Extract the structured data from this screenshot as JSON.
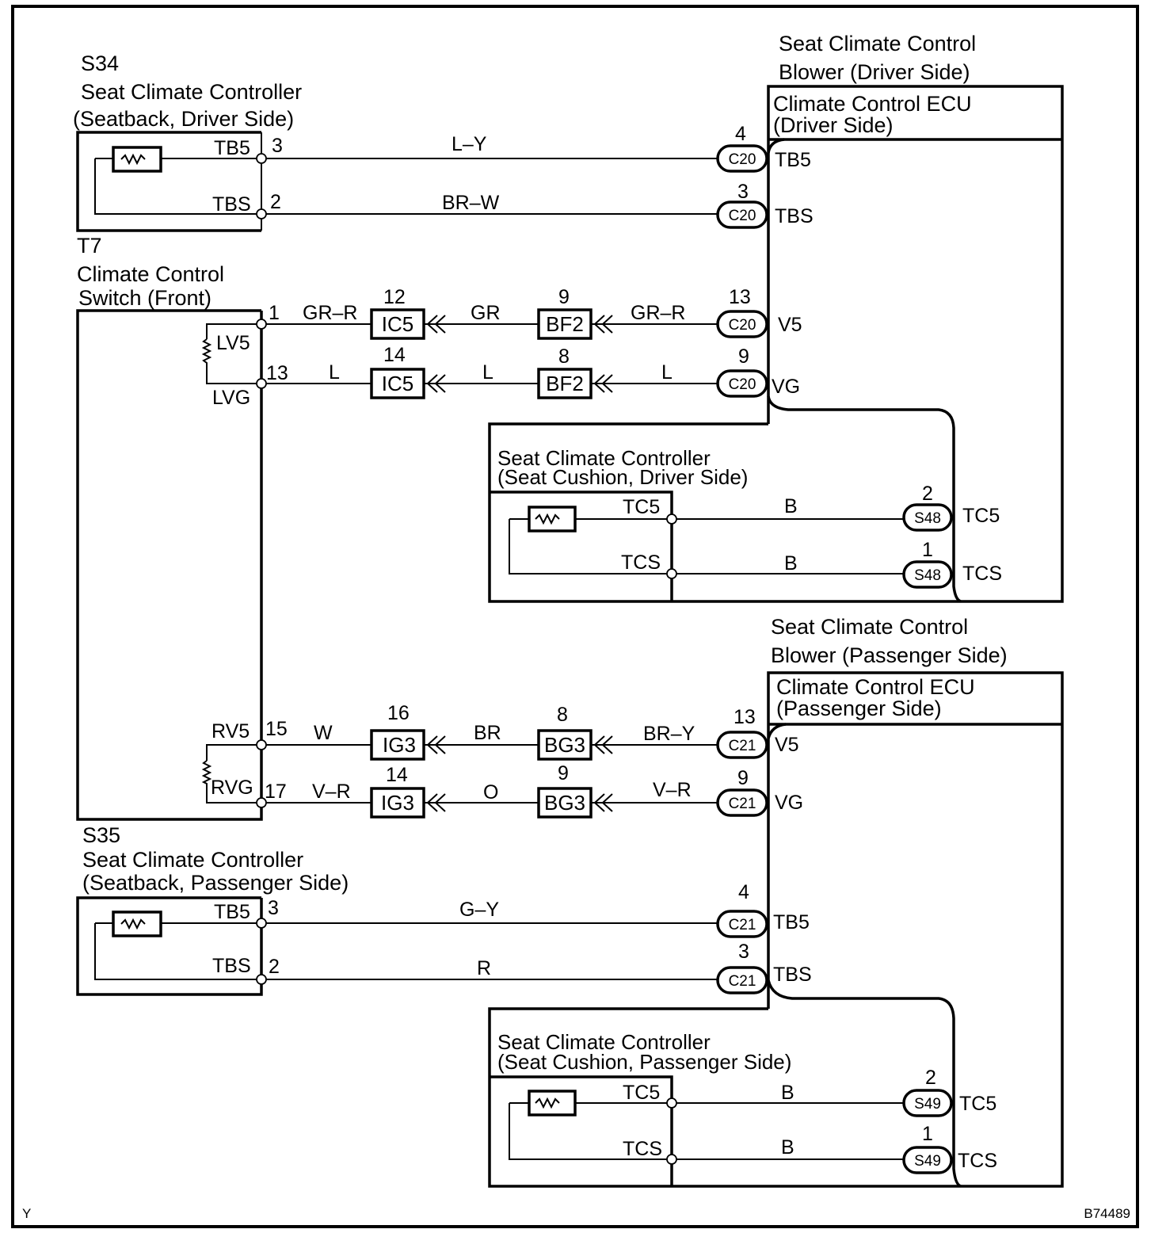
{
  "diagram": {
    "type": "wiring-diagram",
    "footer_left": "Y",
    "footer_right": "B74489",
    "colors": {
      "line": "#000000",
      "background": "#ffffff"
    }
  },
  "components": {
    "s34": {
      "code": "S34",
      "name": "Seat Climate Controller",
      "sub": "(Seatback, Driver Side)",
      "pins": [
        {
          "label": "TB5",
          "num": "3"
        },
        {
          "label": "TBS",
          "num": "2"
        }
      ]
    },
    "t7": {
      "code": "T7",
      "name": "Climate Control",
      "sub": "Switch (Front)",
      "pins": [
        {
          "label": "LV5",
          "num": "1"
        },
        {
          "label": "LVG",
          "num": "13"
        },
        {
          "label": "RV5",
          "num": "15"
        },
        {
          "label": "RVG",
          "num": "17"
        }
      ]
    },
    "s35": {
      "code": "S35",
      "name": "Seat Climate Controller",
      "sub": "(Seatback, Passenger Side)",
      "pins": [
        {
          "label": "TB5",
          "num": "3"
        },
        {
          "label": "TBS",
          "num": "2"
        }
      ]
    },
    "blower_driver": {
      "title1": "Seat Climate Control",
      "title2": "Blower (Driver Side)",
      "ecu1": "Climate Control ECU",
      "ecu2": "(Driver Side)",
      "pins": [
        "TB5",
        "TBS",
        "V5",
        "VG",
        "TC5",
        "TCS"
      ]
    },
    "cushion_driver": {
      "name": "Seat Climate Controller",
      "sub": "(Seat Cushion, Driver Side)",
      "pins": [
        "TC5",
        "TCS"
      ]
    },
    "blower_passenger": {
      "title1": "Seat Climate Control",
      "title2": "Blower (Passenger Side)",
      "ecu1": "Climate Control ECU",
      "ecu2": "(Passenger Side)",
      "pins": [
        "V5",
        "VG",
        "TB5",
        "TBS",
        "TC5",
        "TCS"
      ]
    },
    "cushion_passenger": {
      "name": "Seat Climate Controller",
      "sub": "(Seat Cushion, Passenger Side)",
      "pins": [
        "TC5",
        "TCS"
      ]
    }
  },
  "wires": {
    "w1": {
      "color": "L–Y",
      "conn": "C20",
      "pin": "4"
    },
    "w2": {
      "color": "BR–W",
      "conn": "C20",
      "pin": "3"
    },
    "w3": {
      "c1": "GR–R",
      "j1": "IC5",
      "j1pin": "12",
      "c2": "GR",
      "j2": "BF2",
      "j2pin": "9",
      "c3": "GR–R",
      "conn": "C20",
      "pin": "13"
    },
    "w4": {
      "c1": "L",
      "j1": "IC5",
      "j1pin": "14",
      "c2": "L",
      "j2": "BF2",
      "j2pin": "8",
      "c3": "L",
      "conn": "C20",
      "pin": "9"
    },
    "w5": {
      "color": "B",
      "conn": "S48",
      "pin": "2"
    },
    "w6": {
      "color": "B",
      "conn": "S48",
      "pin": "1"
    },
    "w7": {
      "c1": "W",
      "j1": "IG3",
      "j1pin": "16",
      "c2": "BR",
      "j2": "BG3",
      "j2pin": "8",
      "c3": "BR–Y",
      "conn": "C21",
      "pin": "13"
    },
    "w8": {
      "c1": "V–R",
      "j1": "IG3",
      "j1pin": "14",
      "c2": "O",
      "j2": "BG3",
      "j2pin": "9",
      "c3": "V–R",
      "conn": "C21",
      "pin": "9"
    },
    "w9": {
      "color": "G–Y",
      "conn": "C21",
      "pin": "4"
    },
    "w10": {
      "color": "R",
      "conn": "C21",
      "pin": "3"
    },
    "w11": {
      "color": "B",
      "conn": "S49",
      "pin": "2"
    },
    "w12": {
      "color": "B",
      "conn": "S49",
      "pin": "1"
    }
  }
}
